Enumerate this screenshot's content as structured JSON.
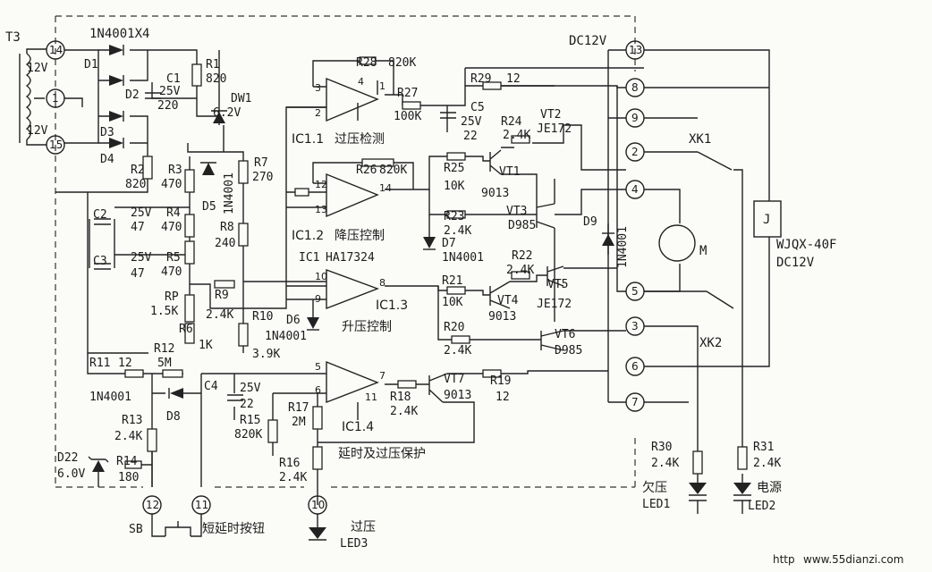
{
  "title": "",
  "transformer": {
    "name": "T3",
    "v1": "12V",
    "v2": "12V"
  },
  "terminals": [
    {
      "id": "t14",
      "label": "14"
    },
    {
      "id": "t1",
      "label": "1"
    },
    {
      "id": "t15",
      "label": "15"
    },
    {
      "id": "t13",
      "label": "13"
    },
    {
      "id": "t8",
      "label": "8"
    },
    {
      "id": "t9",
      "label": "9"
    },
    {
      "id": "t2",
      "label": "2"
    },
    {
      "id": "t4",
      "label": "4"
    },
    {
      "id": "t5",
      "label": "5"
    },
    {
      "id": "t3",
      "label": "3"
    },
    {
      "id": "t6",
      "label": "6"
    },
    {
      "id": "t7",
      "label": "7"
    },
    {
      "id": "t12",
      "label": "12"
    },
    {
      "id": "t11",
      "label": "11"
    },
    {
      "id": "t10",
      "label": "10"
    }
  ],
  "labels": {
    "bridge": "1N4001X4",
    "d1": "D1",
    "d2": "D2",
    "d3": "D3",
    "d4": "D4",
    "c1": "C1",
    "c1v": "25V",
    "c1c": "220",
    "r1": "R1",
    "r1v": "820",
    "dw1": "DW1",
    "dw1v": "6.2V",
    "r28": "R28",
    "r28v": "820K",
    "r27": "R27",
    "r27v": "100K",
    "c5": "C5",
    "c5v": "25V",
    "c5c": "22",
    "r29": "R29",
    "r29v": "12",
    "dc12v_top": "DC12V",
    "r2": "R2",
    "r2v": "820",
    "r3": "R3",
    "r3v": "470",
    "d5": "D5",
    "d5v": "1N4001",
    "r7": "R7",
    "r7v": "270",
    "ic11": "IC1.1",
    "ic11n": "过压检测",
    "r26": "R26",
    "r26v": "820K",
    "r25": "R25",
    "r25v": "10K",
    "vt1": "VT1",
    "vt1v": "9013",
    "r24": "R24",
    "r24v": "2.4K",
    "vt2": "VT2",
    "vt2v": "JE172",
    "xk1": "XK1",
    "c2": "C2",
    "c2v": "25V",
    "c2c": "47",
    "r4": "R4",
    "r4v": "470",
    "r23": "R23",
    "r23v": "2.4K",
    "vt3": "VT3",
    "vt3v": "D985",
    "d9": "D9",
    "d9v": "1N4001",
    "motor": "M",
    "relay": "J",
    "relay_model": "WJQX-40F",
    "relay_v": "DC12V",
    "c3": "C3",
    "c3v": "25V",
    "c3c": "47",
    "r5": "R5",
    "r5v": "470",
    "r8": "R8",
    "r8v": "240",
    "ic12": "IC1.2",
    "ic12n": "降压控制",
    "ic1": "IC1",
    "ic1v": "HA17324",
    "d7": "D7",
    "d7v": "1N4001",
    "r22": "R22",
    "r22v": "2.4K",
    "rp": "RP",
    "rpv": "1.5K",
    "r9": "R9",
    "r9v": "2.4K",
    "r21": "R21",
    "r21v": "10K",
    "vt4": "VT4",
    "vt4v": "9013",
    "vt5": "VT5",
    "vt5v": "JE172",
    "d6": "D6",
    "d6v": "1N4001",
    "ic13": "IC1.3",
    "ic13n": "升压控制",
    "r6": "R6",
    "r6v": "1K",
    "r10": "R10",
    "r10v": "3.9K",
    "r20": "R20",
    "r20v": "2.4K",
    "vt6": "VT6",
    "vt6v": "D985",
    "xk2": "XK2",
    "r11": "R11",
    "r11v": "12",
    "r12": "R12",
    "r12v": "5M",
    "c4": "C4",
    "c4v": "25V",
    "c4c": "22",
    "vt7": "VT7",
    "vt7v": "9013",
    "r19": "R19",
    "r19v": "12",
    "d8lbl": "1N4001",
    "d8": "D8",
    "r17": "R17",
    "r17v": "2M",
    "r18": "R18",
    "r18v": "2.4K",
    "r13": "R13",
    "r13v": "2.4K",
    "r15": "R15",
    "r15v": "820K",
    "ic14": "IC1.4",
    "d22": "D22",
    "d22v": "6.0V",
    "r14": "R14",
    "r14v": "180",
    "r16": "R16",
    "r16v": "2.4K",
    "ic14n": "延时及过压保护",
    "r30": "R30",
    "r30v": "2.4K",
    "r31": "R31",
    "r31v": "2.4K",
    "led1n": "欠压",
    "led1": "LED1",
    "led2n": "电源",
    "led2": "LED2",
    "sb": "SB",
    "sbn": "短延时按钮",
    "led3n": "过压",
    "led3": "LED3",
    "watermark": "www.55dianzi.com",
    "wm_prefix": "http"
  }
}
